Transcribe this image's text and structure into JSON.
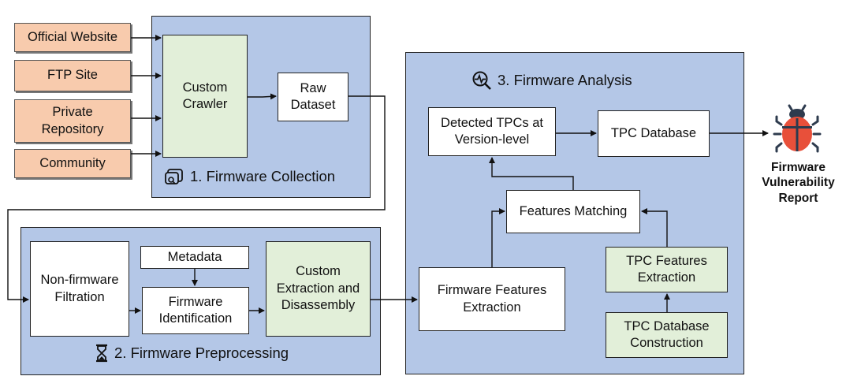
{
  "sources": {
    "official_website": "Official Website",
    "ftp_site": "FTP Site",
    "private_repository": "Private\nRepository",
    "community": "Community"
  },
  "collection": {
    "title": "1. Firmware Collection",
    "crawler": "Custom\nCrawler",
    "raw_dataset": "Raw\nDataset"
  },
  "preprocessing": {
    "title": "2. Firmware Preprocessing",
    "filtration": "Non-firmware\nFiltration",
    "metadata": "Metadata",
    "identification": "Firmware\nIdentification",
    "extraction": "Custom\nExtraction and\nDisassembly"
  },
  "analysis": {
    "title": "3. Firmware Analysis",
    "detected": "Detected TPCs at\nVersion-level",
    "tpc_database": "TPC Database",
    "matching": "Features Matching",
    "fw_features": "Firmware Features\nExtraction",
    "tpc_features": "TPC Features\nExtraction",
    "tpc_construction": "TPC Database\nConstruction"
  },
  "report": "Firmware\nVulnerability\nReport",
  "icons": [
    "crawler-collection-icon",
    "hourglass-icon",
    "analysis-magnifier-icon",
    "bug-icon"
  ],
  "colors": {
    "panel": "#b4c7e7",
    "source_fill": "#f8cbad",
    "green_fill": "#e2efd9",
    "bug_body": "#e8503a",
    "bug_dark": "#2e3b4e"
  }
}
